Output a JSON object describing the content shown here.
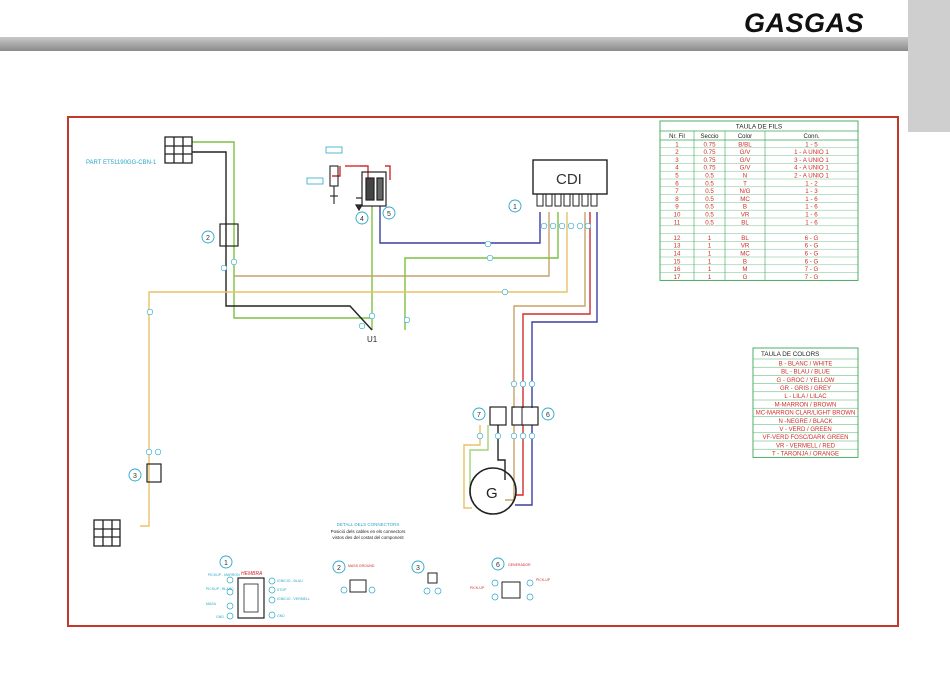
{
  "brand": "GASGAS",
  "part_label": "PART ET51190GG-CBN-1",
  "cdi_label": "CDI",
  "generator_label": "G",
  "junction_label": "U1",
  "bubbles": [
    "1",
    "2",
    "3",
    "4",
    "5",
    "6",
    "7"
  ],
  "fils_table": {
    "title": "TAULA DE FILS",
    "headers": [
      "Nr. Fil",
      "Seccio",
      "Color",
      "Conn."
    ],
    "rows": [
      [
        "1",
        "0.75",
        "B/BL",
        "1 - 5"
      ],
      [
        "2",
        "0.75",
        "G/V",
        "1 - A UNIO 1"
      ],
      [
        "3",
        "0.75",
        "G/V",
        "3 - A UNIO 1"
      ],
      [
        "4",
        "0.75",
        "G/V",
        "4 - A UNIO 1"
      ],
      [
        "5",
        "0.5",
        "N",
        "2 - A UNIO 1"
      ],
      [
        "6",
        "0.5",
        "T",
        "1 - 2"
      ],
      [
        "7",
        "0.5",
        "N/G",
        "1 - 3"
      ],
      [
        "8",
        "0.5",
        "MC",
        "1 - 6"
      ],
      [
        "9",
        "0.5",
        "B",
        "1 - 6"
      ],
      [
        "10",
        "0.5",
        "VR",
        "1 - 6"
      ],
      [
        "11",
        "0.5",
        "BL",
        "1 - 6"
      ],
      [
        "",
        "",
        "",
        ""
      ],
      [
        "12",
        "1",
        "BL",
        "6 - G"
      ],
      [
        "13",
        "1",
        "VR",
        "6 - G"
      ],
      [
        "14",
        "1",
        "MC",
        "6 - G"
      ],
      [
        "15",
        "1",
        "B",
        "6 - G"
      ],
      [
        "16",
        "1",
        "M",
        "7 - G"
      ],
      [
        "17",
        "1",
        "G",
        "7 - G"
      ]
    ]
  },
  "colors_table": {
    "title": "TAULA DE COLORS",
    "rows": [
      "B - BLANC / WHITE",
      "BL - BLAU / BLUE",
      "G - GROC / YELLOW",
      "GR - GRIS / GREY",
      "L - LILA / LILAC",
      "M-MARRON / BROWN",
      "MC-MARRON CLAR/LIGHT BROWN",
      "N -NEGRE / BLACK",
      "V - VERD / GREEN",
      "VF-VERD FOSC/DARK GREEN",
      "VR - VERMELL / RED",
      "T - TARONJA / ORANGE"
    ]
  },
  "detail_note": {
    "title": "DETALL DELS CONNECTORS",
    "line1": "Posició dels cables en els connectors",
    "line2": "vistos des del costat del component"
  },
  "detail_labels": {
    "hembra": "HEMBRA",
    "pickup_marron": "PICKUP - MARRON",
    "pickup_blanc": "PICKUP - BLANC",
    "ignicio_blau": "IGNICIO - BLAU",
    "stop": "STOP",
    "ignicio_vermell": "IGNICIO - VERMELL",
    "gnd": "GND",
    "masa": "MASA",
    "mass_ground": "MASS GROUND",
    "pickup_left": "PICK-UP",
    "pickup_right": "PICK-UP",
    "generador": "GENERADOR"
  },
  "colors": {
    "frame": "#c0392b",
    "wire_green": "#7cc142",
    "wire_yellow": "#e8c267",
    "wire_brown": "#c8a26a",
    "wire_blue": "#3b3fa0",
    "wire_red": "#d12d2d",
    "wire_black": "#222222",
    "table_green": "#3aa655",
    "table_text": "#d12d2d",
    "cyan": "#2aa7c9"
  }
}
